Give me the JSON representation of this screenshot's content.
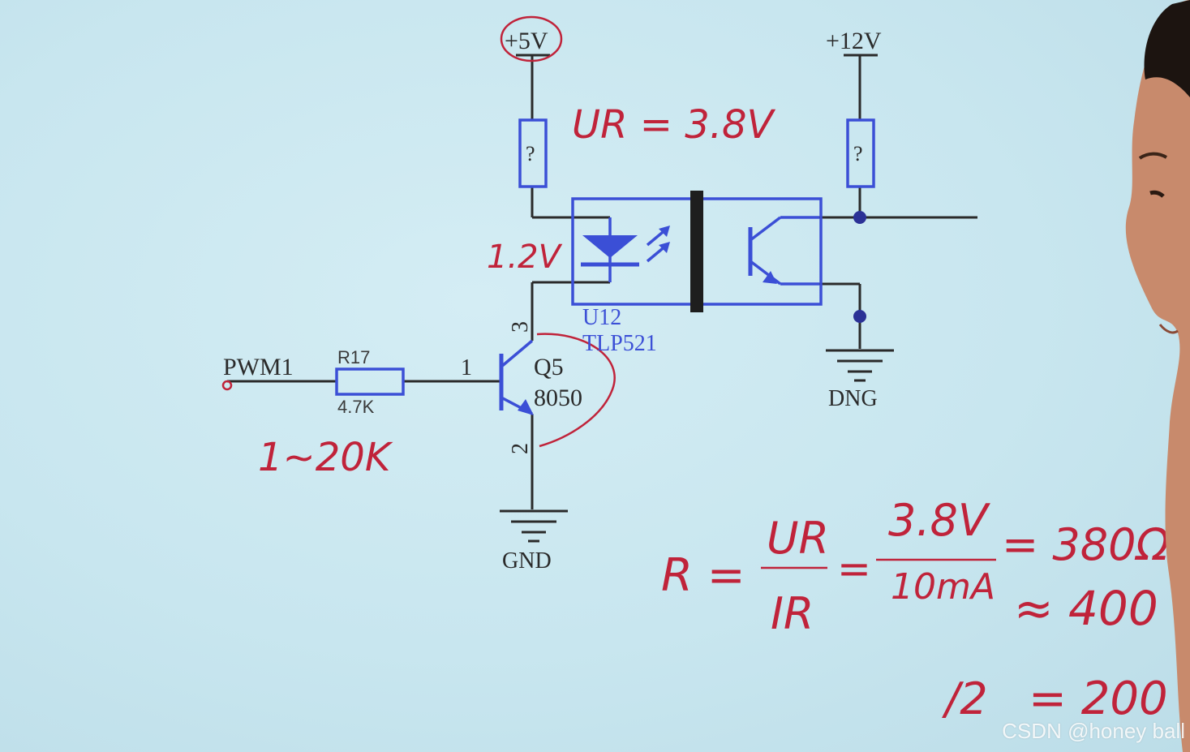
{
  "schematic": {
    "supply_5v": "+5V",
    "supply_12v": "+12V",
    "resistor_unknown": "?",
    "input_net": "PWM1",
    "r17_ref": "R17",
    "r17_value": "4.7K",
    "pin_base": "1",
    "pin_emitter": "2",
    "pin_collector": "3",
    "transistor_ref": "Q5",
    "transistor_part": "8050",
    "optocoupler_ref": "U12",
    "optocoupler_part": "TLP521",
    "ground_left": "GND",
    "ground_right": "DNG"
  },
  "annotations": {
    "ur_voltage": "UR = 3.8V",
    "led_drop": "1.2V",
    "base_range": "1~20K",
    "formula_r": "R =",
    "formula_num": "UR",
    "formula_den": "IR",
    "eq": "=",
    "calc_num": "3.8V",
    "calc_den": "10mA",
    "result_exact": "= 380Ω",
    "result_approx": "≈ 400",
    "half_label": "/2",
    "half_result": "= 200"
  },
  "watermark": "CSDN @honey ball",
  "colors": {
    "wire": "#2a2a2a",
    "component": "#3b4fd6",
    "annotation": "#c0233a"
  }
}
